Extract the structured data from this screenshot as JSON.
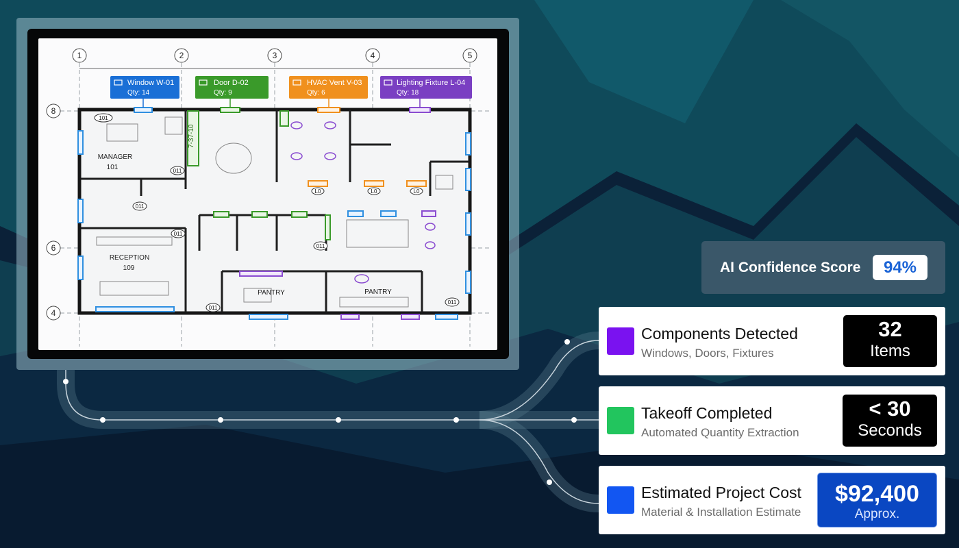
{
  "floor_plan": {
    "grid_columns": [
      "1",
      "2",
      "3",
      "4",
      "5"
    ],
    "grid_rows": [
      "8",
      "6",
      "4"
    ],
    "callouts": [
      {
        "name": "Window W-01",
        "qty": "Qty: 14",
        "color": "#1a6fd6"
      },
      {
        "name": "Door D-02",
        "qty": "Qty: 9",
        "color": "#3a9a2a"
      },
      {
        "name": "HVAC Vent V-03",
        "qty": "Qty: 6",
        "color": "#f0901e"
      },
      {
        "name": "Lighting Fixture L-04",
        "qty": "Qty: 18",
        "color": "#7a3fc2"
      }
    ],
    "rooms": [
      {
        "name": "MANAGER",
        "number": "101"
      },
      {
        "name": "RECEPTION",
        "number": "109"
      },
      {
        "name": "PANTRY",
        "number": ""
      },
      {
        "name": "PANTRY",
        "number": ""
      }
    ],
    "tags": {
      "room_tag": "101",
      "door_tag": "011",
      "vent_tag": "L0",
      "wall_label": "7-37-10"
    }
  },
  "confidence": {
    "label": "AI Confidence Score",
    "value": "94%"
  },
  "cards": [
    {
      "title": "Components Detected",
      "subtitle": "Windows, Doors, Fixtures",
      "metric_main": "32",
      "metric_sub": "Items",
      "swatch": "#7a12f0"
    },
    {
      "title": "Takeoff Completed",
      "subtitle": "Automated Quantity Extraction",
      "metric_main": "< 30",
      "metric_sub": "Seconds",
      "swatch": "#22c55e"
    },
    {
      "title": "Estimated Project Cost",
      "subtitle": "Material & Installation Estimate",
      "metric_main": "$92,400",
      "metric_sub": "Approx.",
      "swatch": "#1256f2"
    }
  ]
}
